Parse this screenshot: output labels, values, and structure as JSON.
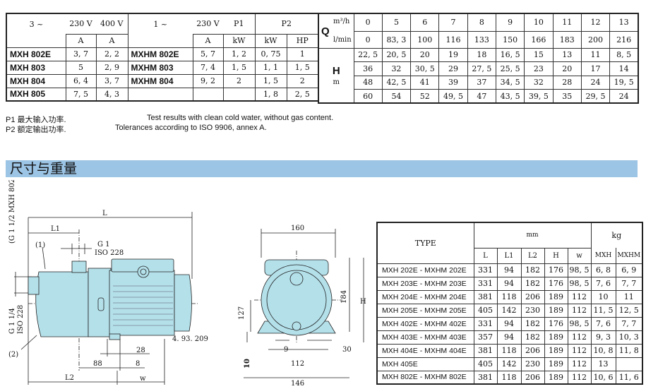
{
  "perf_left": {
    "h1": [
      "3 ~",
      "230 V",
      "400 V",
      "1 ~",
      "230 V",
      "P1",
      "P2"
    ],
    "h2": [
      "A",
      "A",
      "A",
      "kW",
      "kW",
      "HP"
    ],
    "rows": [
      [
        "MXH 802E",
        "3, 7",
        "2, 2",
        "MXHM 802E",
        "5, 7",
        "1, 2",
        "0, 75",
        "1"
      ],
      [
        "MXH 803",
        "5",
        "2, 9",
        "MXHM 803",
        "7, 4",
        "1, 5",
        "1, 1",
        "1, 5"
      ],
      [
        "MXH 804",
        "6, 4",
        "3, 7",
        "MXHM 804",
        "9, 2",
        "2",
        "1, 5",
        "2"
      ],
      [
        "MXH 805",
        "7, 5",
        "4, 3",
        "",
        "",
        "",
        "1, 8",
        "2, 5"
      ]
    ]
  },
  "perf_right": {
    "q_label": "Q",
    "q_unit1": "m³/h",
    "q_unit2": "l/min",
    "q_m3h": [
      "0",
      "5",
      "6",
      "7",
      "8",
      "9",
      "10",
      "11",
      "12",
      "13"
    ],
    "q_lmin": [
      "0",
      "83, 3",
      "100",
      "116",
      "133",
      "150",
      "166",
      "183",
      "200",
      "216"
    ],
    "h_label": "H",
    "h_unit": "m",
    "h_rows": [
      [
        "22, 5",
        "20, 5",
        "20",
        "19",
        "18",
        "16, 5",
        "15",
        "13",
        "11",
        "8, 5"
      ],
      [
        "36",
        "32",
        "30, 5",
        "29",
        "27, 5",
        "25, 5",
        "23",
        "20",
        "17",
        "14"
      ],
      [
        "48",
        "42, 5",
        "41",
        "39",
        "37",
        "34, 5",
        "32",
        "28",
        "24",
        "19, 5"
      ],
      [
        "60",
        "54",
        "52",
        "49, 5",
        "47",
        "43, 5",
        "39, 5",
        "35",
        "29, 5",
        "24"
      ]
    ]
  },
  "notes": {
    "p1": "P1 最大输入功率.",
    "p2": "P2 额定输出功率.",
    "test": "Test results with clean cold water, without gas content.",
    "tol": "Tolerances according to ISO 9906, annex A."
  },
  "section_title": "尺寸与重量",
  "drawing": {
    "side": {
      "L": "L",
      "L1": "L1",
      "L2": "L2",
      "w": "w",
      "g1": "G 1",
      "iso1": "ISO 228",
      "g114": "G 1 1/4",
      "iso2": "ISO 228",
      "g112": "(G 1 1/2 MXH 802)",
      "n1": "(1)",
      "n2": "(2)",
      "d28": "28",
      "d88": "88",
      "d8": "8",
      "code": "4. 93. 209"
    },
    "front": {
      "d160": "160",
      "d184": "184",
      "H": "H",
      "d127": "127",
      "d9": "9",
      "d30": "30",
      "d112": "112",
      "d10": "10",
      "d146": "146"
    }
  },
  "dims": {
    "type_hdr": "TYPE",
    "mm_hdr": "mm",
    "kg_hdr": "kg",
    "cols": [
      "L",
      "L1",
      "L2",
      "H",
      "w",
      "MXH",
      "MXHM"
    ],
    "rows": [
      [
        "MXH 202E - MXHM 202E",
        "331",
        "94",
        "182",
        "176",
        "98, 5",
        "6, 8",
        "6, 9"
      ],
      [
        "MXH 203E - MXHM 203E",
        "331",
        "94",
        "182",
        "176",
        "98, 5",
        "7, 6",
        "7, 7"
      ],
      [
        "MXH 204E - MXHM 204E",
        "381",
        "118",
        "206",
        "189",
        "112",
        "10",
        "11"
      ],
      [
        "MXH 205E - MXHM 205E",
        "405",
        "142",
        "230",
        "189",
        "112",
        "11, 5",
        "12, 5"
      ],
      [
        "MXH 402E - MXHM 402E",
        "331",
        "94",
        "182",
        "176",
        "98, 5",
        "7, 6",
        "7, 7"
      ],
      [
        "MXH 403E - MXHM 403E",
        "357",
        "94",
        "182",
        "189",
        "112",
        "9, 3",
        "10, 3"
      ],
      [
        "MXH 404E - MXHM 404E",
        "381",
        "118",
        "206",
        "189",
        "112",
        "10, 8",
        "11, 8"
      ],
      [
        "MXH 405E",
        "405",
        "142",
        "230",
        "189",
        "112",
        "13",
        ""
      ],
      [
        "MXH 802E - MXHM 802E",
        "381",
        "118",
        "206",
        "189",
        "112",
        "10, 6",
        "11, 6"
      ]
    ]
  },
  "colors": {
    "banner": "#9cc4e4",
    "pump": "#b4e0ea"
  }
}
